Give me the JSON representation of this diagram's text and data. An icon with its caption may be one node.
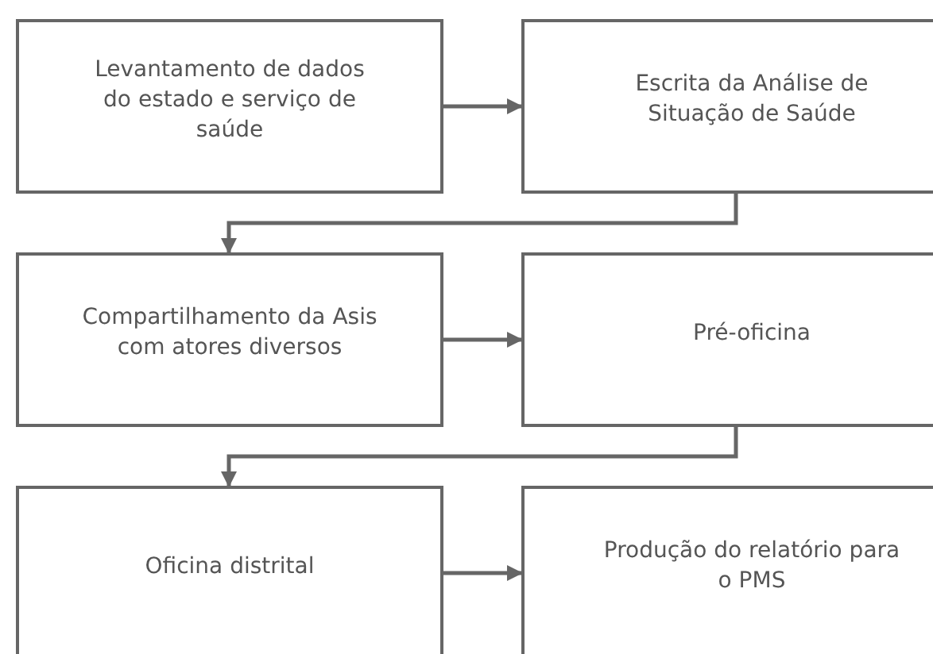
{
  "diagram": {
    "nodes": [
      {
        "text": [
          "Levantamento de dados do estado e serviço de saúde"
        ]
      },
      {
        "text": [
          "Escrita da Análise de Situação de Saúde"
        ]
      },
      {
        "text": [
          "Compartilhamento da Asis com atores diversos"
        ]
      },
      {
        "text": [
          "Pré-oficina"
        ]
      },
      {
        "text": [
          "Oficina distrital"
        ]
      },
      {
        "text": [
          "Produção do relatório para o PMS"
        ]
      }
    ],
    "edges": [
      {
        "from": 0,
        "to": 1,
        "arrow": "to"
      },
      {
        "from": 1,
        "to": 2,
        "arrow": "to"
      },
      {
        "from": 2,
        "to": 3,
        "arrow": "to"
      },
      {
        "from": 3,
        "to": 4,
        "arrow": "to"
      },
      {
        "from": 4,
        "to": 5,
        "arrow": "to"
      }
    ]
  }
}
